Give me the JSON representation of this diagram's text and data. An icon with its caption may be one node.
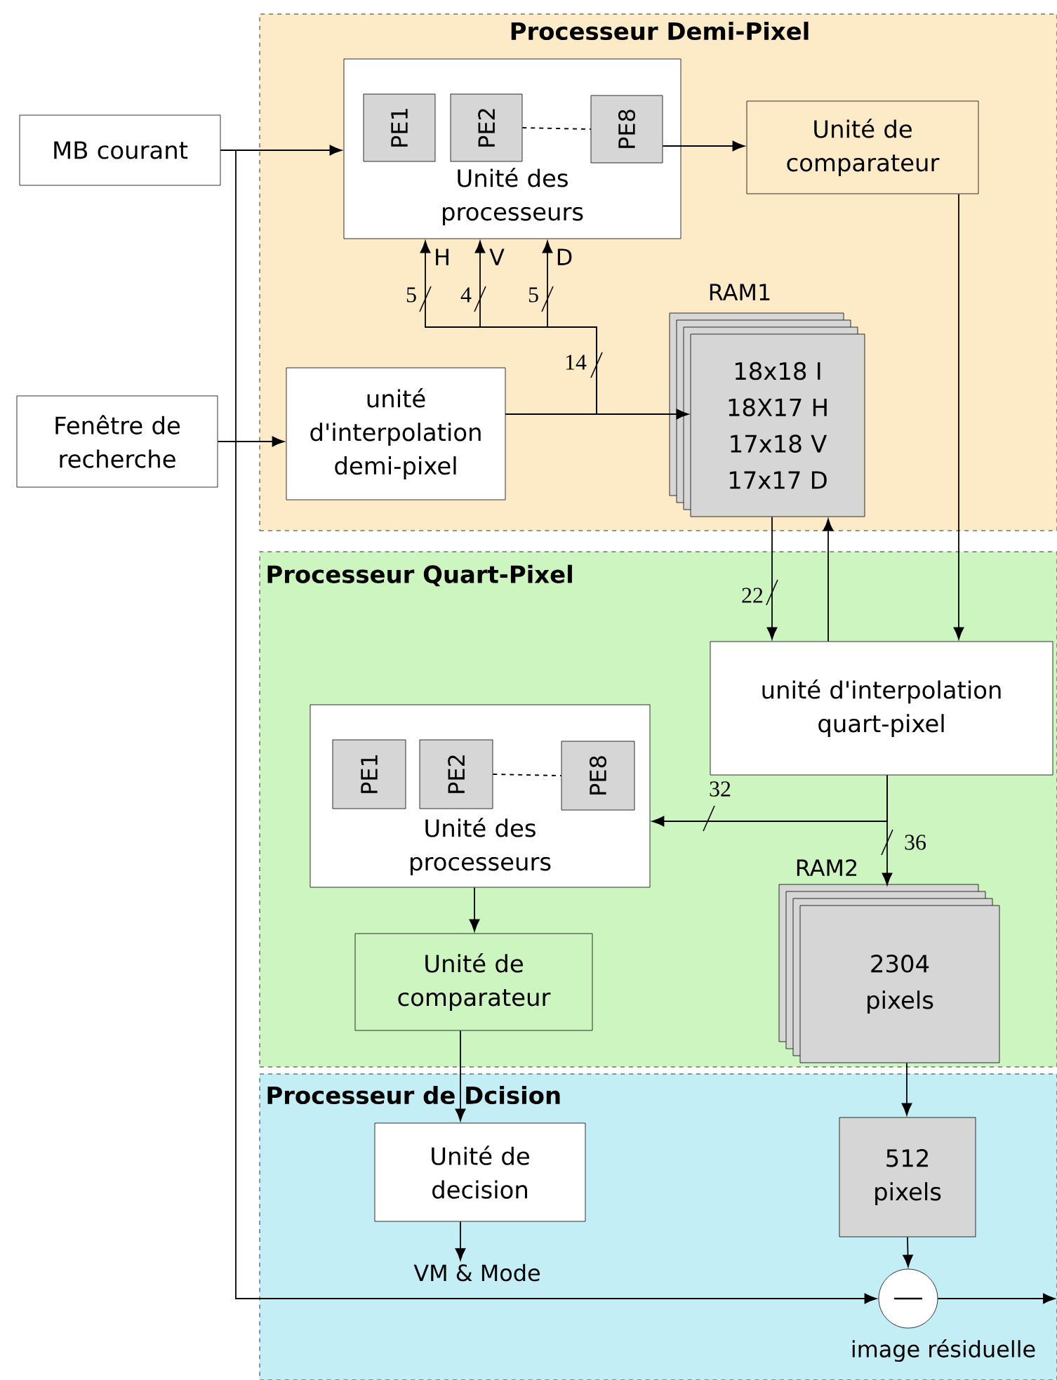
{
  "diagram": {
    "nodes": [
      {
        "text": [
          "Processeur Demi-Pixel"
        ]
      },
      {
        "text": [
          "MB courant"
        ]
      },
      {
        "text": [
          "Fenêtre de recherche"
        ]
      },
      {
        "text": [
          "Unité des processeurs"
        ],
        "in": 0
      },
      {
        "text": [
          "PE1"
        ],
        "in": 3
      },
      {
        "text": [
          "PE2"
        ],
        "in": 3
      },
      {
        "text": [
          "PE8"
        ],
        "in": 3
      },
      {
        "text": [
          "Unité de comparateur"
        ],
        "in": 0
      },
      {
        "text": [
          "unité d'interpolation demi-pixel"
        ],
        "in": 0
      },
      {
        "text": [
          "18x18 I",
          "18X17 H",
          "17x18 V",
          "17x17 D"
        ],
        "beside": [
          "RAM1"
        ],
        "in": 0
      },
      {
        "text": [
          "Processeur Quart-Pixel"
        ]
      },
      {
        "text": [
          "unité d'interpolation quart-pixel"
        ],
        "in": 10
      },
      {
        "text": [
          "Unité des processeurs"
        ],
        "in": 10
      },
      {
        "text": [
          "PE1"
        ],
        "in": 12
      },
      {
        "text": [
          "PE2"
        ],
        "in": 12
      },
      {
        "text": [
          "PE8"
        ],
        "in": 12
      },
      {
        "text": [
          "Unité de comparateur"
        ],
        "in": 10
      },
      {
        "text": [
          "2304 pixels"
        ],
        "beside": [
          "RAM2"
        ],
        "in": 10
      },
      {
        "text": [
          "Processeur de Dcision"
        ]
      },
      {
        "text": [
          "Unité de decision"
        ],
        "in": 18
      },
      {
        "text": [
          "512 pixels"
        ],
        "in": 18
      },
      {
        "text": [],
        "shape": "circle",
        "beside": [
          "image résiduelle"
        ],
        "in": 18
      },
      {
        "text": [
          "VM & Mode"
        ],
        "in": 18
      }
    ],
    "edges": [
      {
        "from": 1,
        "to": 3,
        "arrow": "to"
      },
      {
        "from": 1,
        "to": 21,
        "arrow": "to"
      },
      {
        "from": 2,
        "to": 8,
        "arrow": "to"
      },
      {
        "from": 6,
        "to": 7,
        "arrow": "to"
      },
      {
        "from": 8,
        "to": 9,
        "arrow": "to"
      },
      {
        "from": 8,
        "to": 3,
        "arrow": "to",
        "label": "H"
      },
      {
        "from": 8,
        "to": 3,
        "arrow": "to",
        "label": "V"
      },
      {
        "from": 8,
        "to": 3,
        "arrow": "to",
        "label": "D"
      },
      {
        "from": 9,
        "to": 11,
        "arrow": "to"
      },
      {
        "from": 11,
        "to": 9,
        "arrow": "to"
      },
      {
        "from": 7,
        "to": 11,
        "arrow": "to"
      },
      {
        "from": 11,
        "to": 12,
        "arrow": "to"
      },
      {
        "from": 11,
        "to": 17,
        "arrow": "to"
      },
      {
        "from": 12,
        "to": 16,
        "arrow": "to"
      },
      {
        "from": 16,
        "to": 19,
        "arrow": "to"
      },
      {
        "from": 17,
        "to": 20,
        "arrow": "to"
      },
      {
        "from": 20,
        "to": 21,
        "arrow": "to"
      },
      {
        "from": 19,
        "to": 22,
        "arrow": "to"
      },
      {
        "from": 21,
        "to": null,
        "arrow": "to"
      },
      {
        "from": 5,
        "to": 6,
        "arrow": "none",
        "style": "dashed"
      },
      {
        "from": 14,
        "to": 15,
        "arrow": "none",
        "style": "dashed"
      }
    ],
    "labels": [
      "5",
      "4",
      "5",
      "14",
      "22",
      "32",
      "36"
    ]
  }
}
